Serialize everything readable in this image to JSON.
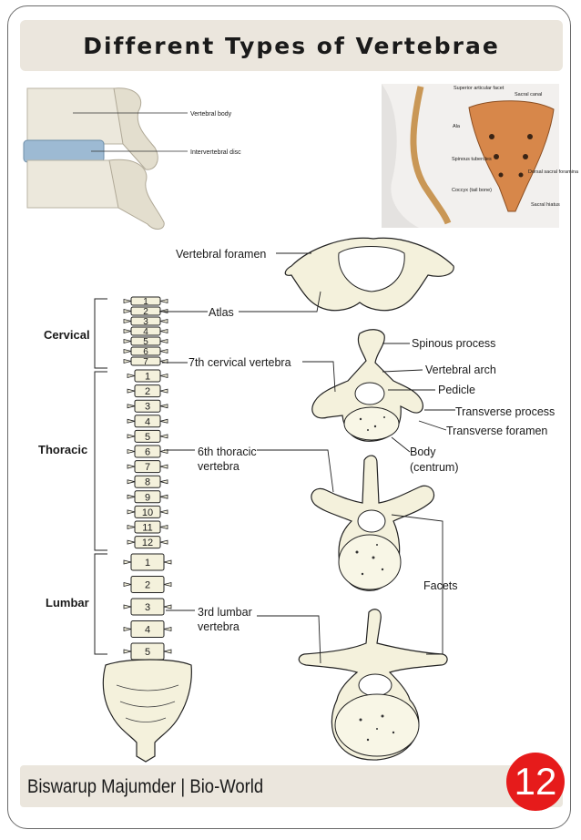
{
  "title": "Different Types of Vertebrae",
  "footer": {
    "credit": "Biswarup Majumder | Bio-World",
    "page_number": "12"
  },
  "disc_inset": {
    "labels": [
      "Vertebral body",
      "Intervertebral disc"
    ]
  },
  "sacrum_inset": {
    "labels": [
      "Superior articular facet",
      "Sacral canal",
      "Ala",
      "Spinous tubercles",
      "Dorsal sacral foramina",
      "Coccyx (tail bone)",
      "Sacral hiatus"
    ]
  },
  "regions": [
    "Cervical",
    "Thoracic",
    "Lumbar"
  ],
  "spine_labels": {
    "atlas": "Atlas",
    "c7": "7th cervical vertebra",
    "t6_line1": "6th thoracic",
    "t6_line2": "vertebra",
    "l3_line1": "3rd lumbar",
    "l3_line2": "vertebra"
  },
  "vertebra_labels": {
    "foramen": "Vertebral foramen",
    "spinous": "Spinous process",
    "arch": "Vertebral arch",
    "pedicle": "Pedicle",
    "transverse_process": "Transverse process",
    "transverse_foramen": "Transverse foramen",
    "body_line1": "Body",
    "body_line2": "(centrum)",
    "facets": "Facets"
  },
  "cervical_numbers": [
    "1",
    "2",
    "3",
    "4",
    "5",
    "6",
    "7"
  ],
  "thoracic_numbers": [
    "1",
    "2",
    "3",
    "4",
    "5",
    "6",
    "7",
    "8",
    "9",
    "10",
    "11",
    "12"
  ],
  "lumbar_numbers": [
    "1",
    "2",
    "3",
    "4",
    "5"
  ],
  "colors": {
    "bone": "#f4f1dc",
    "bone_stroke": "#222222",
    "title_bg": "#ebe6dd",
    "badge": "#e61b1b",
    "disc": "#9dbad3",
    "sacrum_orange": "#d7874a"
  }
}
